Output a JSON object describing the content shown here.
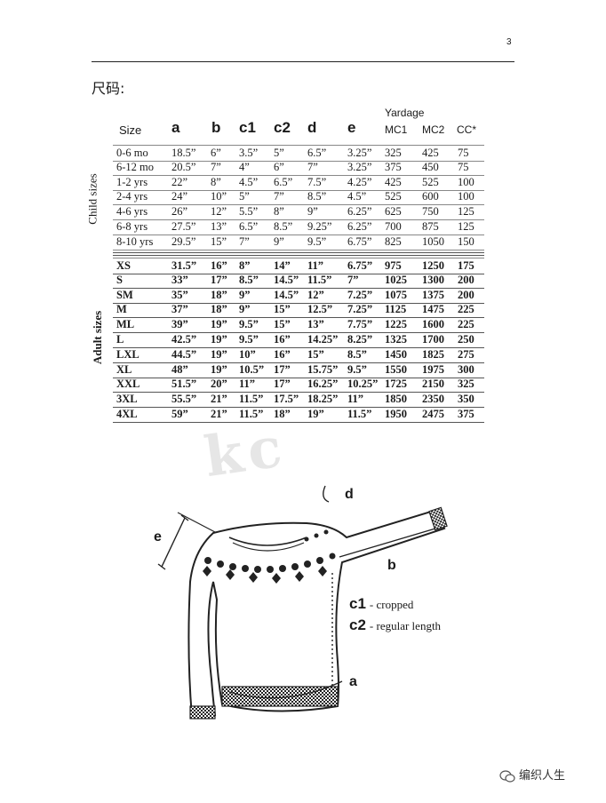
{
  "page": {
    "number": "3",
    "title": "尺码:"
  },
  "brand": {
    "text": "编织人生"
  },
  "watermark": "kc",
  "table": {
    "yardage_label": "Yardage",
    "headers": [
      "Size",
      "a",
      "b",
      "c1",
      "c2",
      "d",
      "e",
      "MC1",
      "MC2",
      "CC*"
    ],
    "groups": [
      {
        "label": "Child sizes",
        "rows": [
          [
            "0-6 mo",
            "18.5”",
            "6”",
            "3.5”",
            "5”",
            "6.5”",
            "3.25”",
            "325",
            "425",
            "75"
          ],
          [
            "6-12 mo",
            "20.5”",
            "7”",
            "4”",
            "6”",
            "7”",
            "3.25”",
            "375",
            "450",
            "75"
          ],
          [
            "1-2 yrs",
            "22”",
            "8”",
            "4.5”",
            "6.5”",
            "7.5”",
            "4.25”",
            "425",
            "525",
            "100"
          ],
          [
            "2-4 yrs",
            "24”",
            "10”",
            "5”",
            "7”",
            "8.5”",
            "4.5”",
            "525",
            "600",
            "100"
          ],
          [
            "4-6 yrs",
            "26”",
            "12”",
            "5.5”",
            "8”",
            "9”",
            "6.25”",
            "625",
            "750",
            "125"
          ],
          [
            "6-8 yrs",
            "27.5”",
            "13”",
            "6.5”",
            "8.5”",
            "9.25”",
            "6.25”",
            "700",
            "875",
            "125"
          ],
          [
            "8-10 yrs",
            "29.5”",
            "15”",
            "7”",
            "9”",
            "9.5”",
            "6.75”",
            "825",
            "1050",
            "150"
          ]
        ]
      },
      {
        "label": "Adult sizes",
        "rows": [
          [
            "XS",
            "31.5”",
            "16”",
            "8”",
            "14”",
            "11”",
            "6.75”",
            "975",
            "1250",
            "175"
          ],
          [
            "S",
            "33”",
            "17”",
            "8.5”",
            "14.5”",
            "11.5”",
            "7”",
            "1025",
            "1300",
            "200"
          ],
          [
            "SM",
            "35”",
            "18”",
            "9”",
            "14.5”",
            "12”",
            "7.25”",
            "1075",
            "1375",
            "200"
          ],
          [
            "M",
            "37”",
            "18”",
            "9”",
            "15”",
            "12.5”",
            "7.25”",
            "1125",
            "1475",
            "225"
          ],
          [
            "ML",
            "39”",
            "19”",
            "9.5”",
            "15”",
            "13”",
            "7.75”",
            "1225",
            "1600",
            "225"
          ],
          [
            "L",
            "42.5”",
            "19”",
            "9.5”",
            "16”",
            "14.25”",
            "8.25”",
            "1325",
            "1700",
            "250"
          ],
          [
            "LXL",
            "44.5”",
            "19”",
            "10”",
            "16”",
            "15”",
            "8.5”",
            "1450",
            "1825",
            "275"
          ],
          [
            "XL",
            "48”",
            "19”",
            "10.5”",
            "17”",
            "15.75”",
            "9.5”",
            "1550",
            "1975",
            "300"
          ],
          [
            "XXL",
            "51.5”",
            "20”",
            "11”",
            "17”",
            "16.25”",
            "10.25”",
            "1725",
            "2150",
            "325"
          ],
          [
            "3XL",
            "55.5”",
            "21”",
            "11.5”",
            "17.5”",
            "18.25”",
            "11”",
            "1850",
            "2350",
            "350"
          ],
          [
            "4XL",
            "59”",
            "21”",
            "11.5”",
            "18”",
            "19”",
            "11.5”",
            "1950",
            "2475",
            "375"
          ]
        ]
      }
    ]
  },
  "diagram": {
    "labels": {
      "a": "a",
      "b": "b",
      "d": "d",
      "e": "e"
    },
    "legend": [
      {
        "key": "c1",
        "text": "- cropped"
      },
      {
        "key": "c2",
        "text": "- regular length"
      }
    ]
  }
}
